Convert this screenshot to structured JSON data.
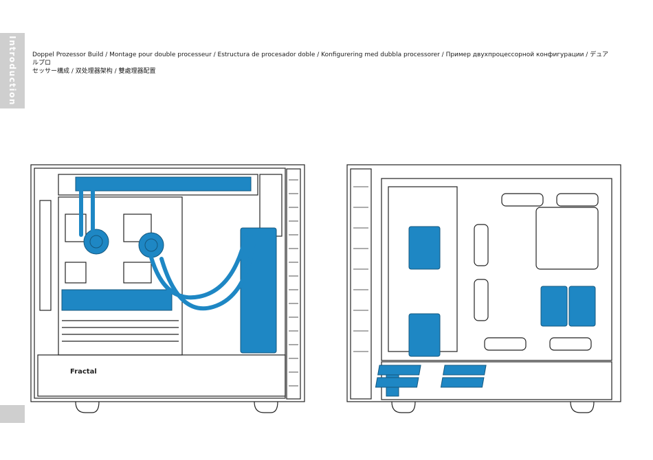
{
  "sidebar": {
    "section_label": "Introduction"
  },
  "heading": {
    "line1": "Doppel Prozessor Build / Montage pour double processeur / Estructura de procesador doble / Konfigurering med dubbla processorer / Пример двухпроцессорной конфигурации  / デュアルプロ",
    "line2": "セッサー構成 / 双处理器架构 / 雙處理器配置"
  },
  "illustrations": {
    "front": {
      "brand_label": "Fractal"
    }
  },
  "colors": {
    "highlight": "#1e87c4",
    "outline": "#222222",
    "tab": "#cfcfcf"
  }
}
